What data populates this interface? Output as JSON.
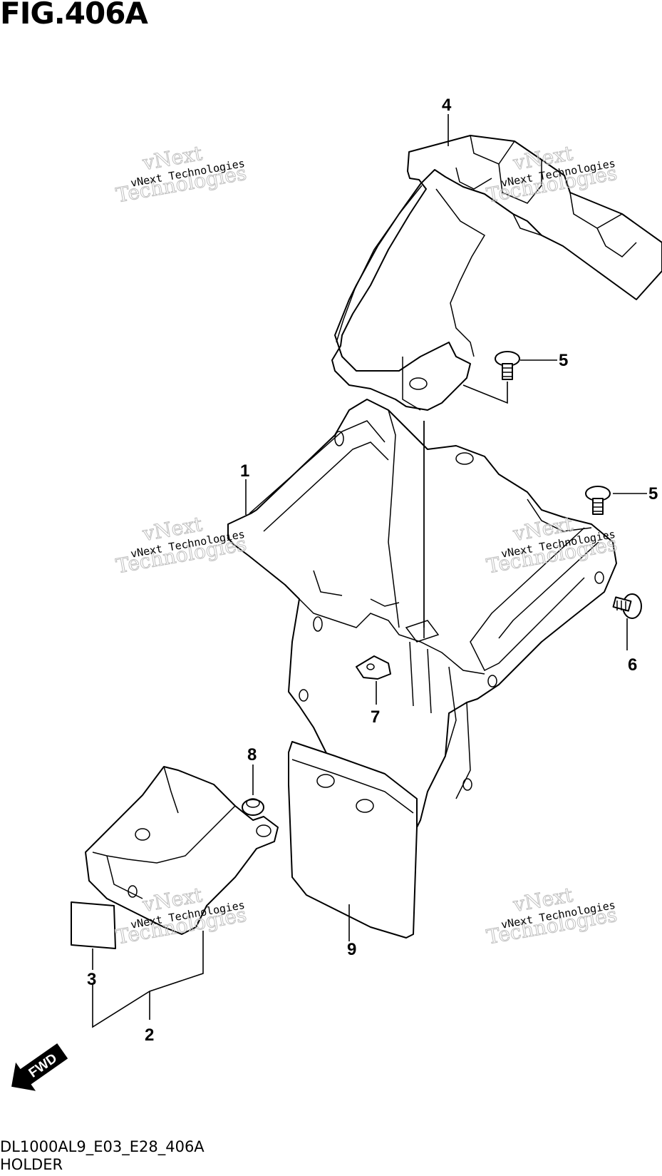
{
  "figure": {
    "title": "FIG.406A",
    "code": "DL1000AL9_E03_E28_406A",
    "name": "HOLDER"
  },
  "callouts": {
    "c1": "1",
    "c2": "2",
    "c3": "3",
    "c4": "4",
    "c5a": "5",
    "c5b": "5",
    "c6": "6",
    "c7": "7",
    "c8": "8",
    "c9": "9"
  },
  "watermark": {
    "line1": "vNext Technologies",
    "big_top": "vNext",
    "big_bottom": "Technologies"
  },
  "direction_arrow": {
    "label": "FWD"
  }
}
